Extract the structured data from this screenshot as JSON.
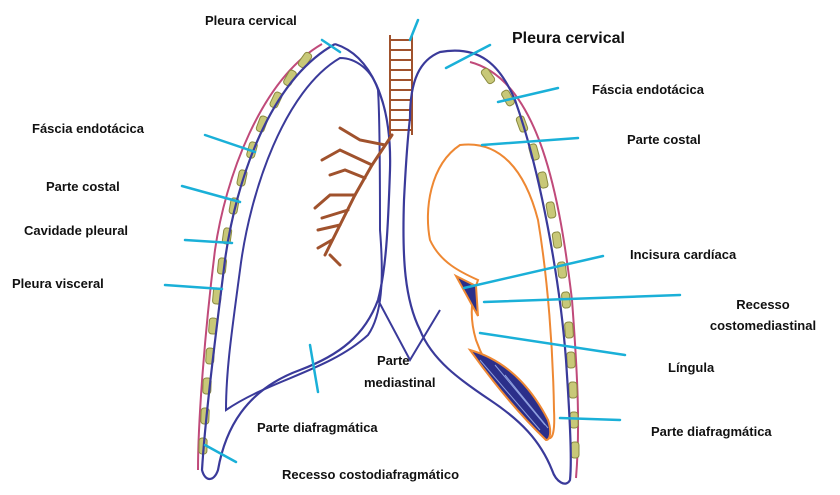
{
  "labels": {
    "pleura_cervical_left": "Pleura cervical",
    "pleura_cervical_right": "Pleura cervical",
    "fascia_endotacica_left": "Fáscia endotácica",
    "fascia_endotacica_right": "Fáscia endotácica",
    "parte_costal_left": "Parte costal",
    "parte_costal_right": "Parte costal",
    "cavidade_pleural": "Cavidade pleural",
    "pleura_visceral": "Pleura visceral",
    "incisura_cardiaca": "Incisura cardíaca",
    "recesso_costomediastinal_1": "Recesso",
    "recesso_costomediastinal_2": "costomediastinal",
    "lingula": "Língula",
    "parte_mediastinal_1": "Parte",
    "parte_mediastinal_2": "mediastinal",
    "parte_diafragmatica_left": "Parte diafragmática",
    "parte_diafragmatica_right": "Parte diafragmática",
    "recesso_costodiafragmatico": "Recesso costodiafragmático"
  },
  "colors": {
    "pleura_outline": "#3a3a9a",
    "leader_line": "#1ab0d8",
    "rib": "#c8c878",
    "bronchus": "#a0522d",
    "lung_orange": "#ee8833",
    "recess_fill": "#2b2f8a",
    "pink_layer": "#c04a7a"
  }
}
